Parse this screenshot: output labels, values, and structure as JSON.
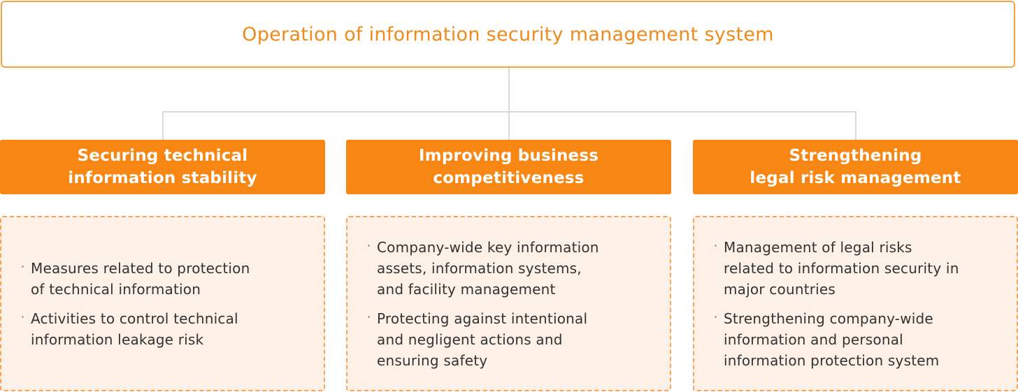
{
  "top": {
    "title": "Operation of information security management system"
  },
  "colors": {
    "accent": "#f78712",
    "title_text": "#f08a1c",
    "body_bg": "#fdf0e6",
    "connector": "#d9d9d9"
  },
  "pillars": [
    {
      "heading": "Securing technical\ninformation stability",
      "bullet_symbol": "·",
      "items": [
        "Measures related to protection\nof technical information",
        "Activities to control technical\ninformation leakage risk"
      ]
    },
    {
      "heading": "Improving business\ncompetitiveness",
      "bullet_symbol": "·",
      "items": [
        "Company-wide key information\nassets, information systems,\nand facility management",
        "Protecting against intentional\nand negligent actions and\nensuring safety"
      ]
    },
    {
      "heading": "Strengthening\nlegal risk management",
      "bullet_symbol": "·",
      "items": [
        "Management of legal risks\nrelated to information security in\nmajor countries",
        "Strengthening company-wide\ninformation and personal\ninformation protection system"
      ]
    }
  ]
}
